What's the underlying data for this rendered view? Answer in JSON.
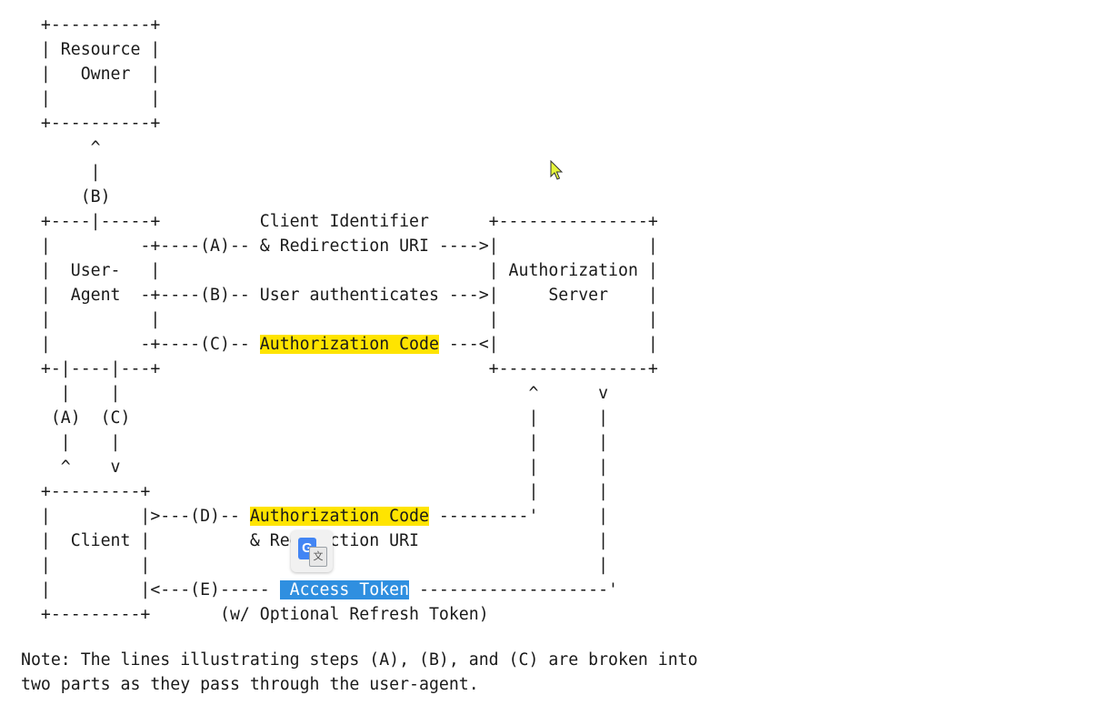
{
  "diagram": {
    "lines": [
      "  +----------+",
      "  | Resource |",
      "  |   Owner  |",
      "  |          |",
      "  +----------+",
      "       ^",
      "       |",
      "      (B)",
      "  +----|-----+          Client Identifier      +---------------+",
      "  |         -+----(A)-- & Redirection URI ---->|               |",
      "  |  User-   |                                 | Authorization |",
      "  |  Agent  -+----(B)-- User authenticates --->|     Server    |",
      "  |          |                                 |               |",
      "  |         -+----(C)-- ",
      "  +-|----|---+                                 +---------------+",
      "    |    |                                         ^      v",
      "   (A)  (C)                                        |      |",
      "    |    |                                         |      |",
      "    ^    v                                         |      |",
      "  +---------+                                      |      |",
      "  |         |>---(D)-- ",
      "  |  Client |          & Redirection URI                  |",
      "  |         |                                             |",
      "  |         |<---(E)----- ",
      "  +---------+       (w/ Optional Refresh Token)"
    ],
    "line13_highlight": "Authorization Code",
    "line13_tail": " ---<|               |",
    "line20_highlight": "Authorization Code",
    "line20_tail": " ---------'      |",
    "line23_selected": " Access Token",
    "line23_tail": " -------------------'"
  },
  "note": {
    "line1": "Note: The lines illustrating steps (A), (B), and (C) are broken into",
    "line2": "two parts as they pass through the user-agent."
  },
  "colors": {
    "highlight": "#ffe400",
    "selection": "#2f8fe0"
  },
  "icons": {
    "translate": "google-translate-icon",
    "cursor": "mouse-pointer-icon"
  }
}
